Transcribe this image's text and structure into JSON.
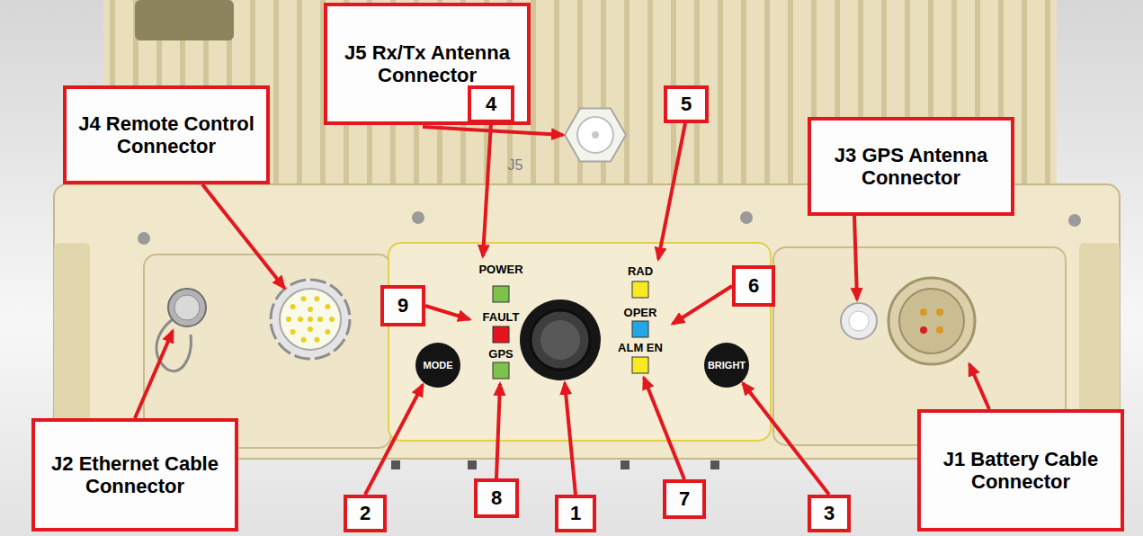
{
  "diagram": {
    "nodes": [
      {
        "text": [
          "J5 Rx/Tx Antenna Connector"
        ]
      },
      {
        "text": [
          "J4 Remote Control Connector"
        ]
      },
      {
        "text": [
          "J3 GPS Antenna Connector"
        ]
      },
      {
        "text": [
          "4"
        ]
      },
      {
        "text": [
          "5"
        ]
      },
      {
        "text": [
          "9"
        ]
      },
      {
        "text": [
          "6"
        ]
      },
      {
        "text": [
          "2"
        ]
      },
      {
        "text": [
          "8"
        ]
      },
      {
        "text": [
          "1"
        ]
      },
      {
        "text": [
          "7"
        ]
      },
      {
        "text": [
          "3"
        ]
      },
      {
        "text": [
          "J2 Ethernet Cable Connector"
        ]
      },
      {
        "text": [
          "J1 Battery Cable Connector"
        ]
      }
    ],
    "labels": [
      "J5",
      "POWER",
      "RAD",
      "FAULT",
      "OPER",
      "ALM EN",
      "GPS",
      "MODE",
      "BRIGHT"
    ]
  }
}
